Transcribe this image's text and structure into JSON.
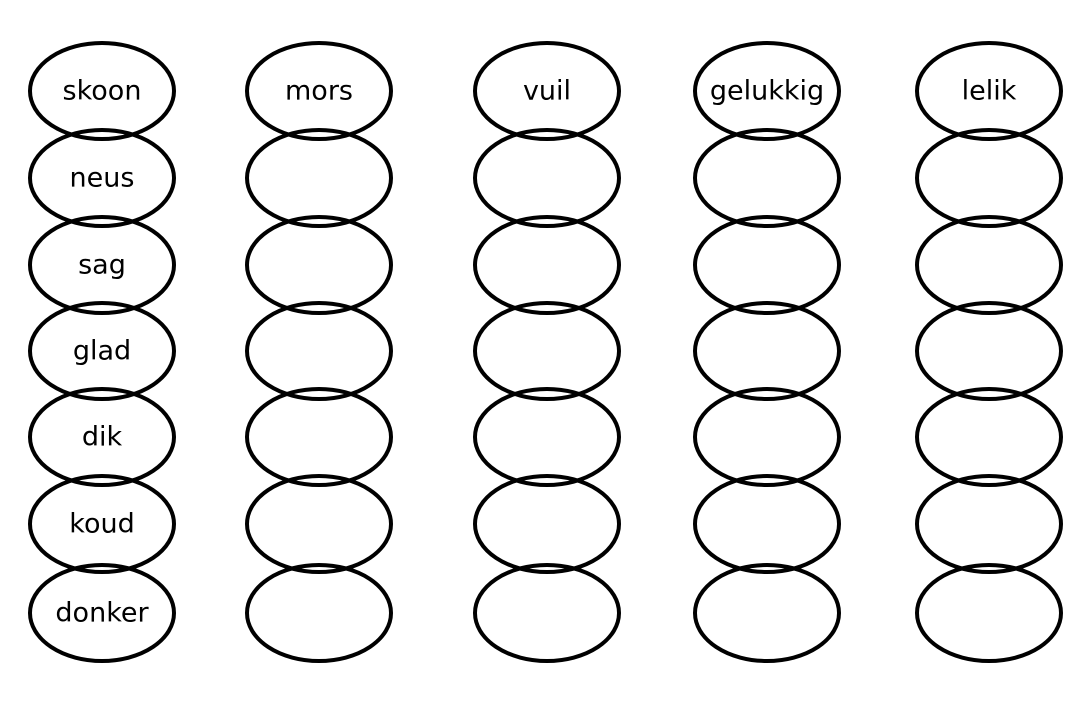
{
  "worksheet": {
    "columns": [
      {
        "words": [
          "skoon",
          "neus",
          "sag",
          "glad",
          "dik",
          "koud",
          "donker"
        ]
      },
      {
        "words": [
          "mors",
          "",
          "",
          "",
          "",
          "",
          ""
        ]
      },
      {
        "words": [
          "vuil",
          "",
          "",
          "",
          "",
          "",
          ""
        ]
      },
      {
        "words": [
          "gelukkig",
          "",
          "",
          "",
          "",
          "",
          ""
        ]
      },
      {
        "words": [
          "lelik",
          "",
          "",
          "",
          "",
          "",
          ""
        ]
      }
    ]
  }
}
